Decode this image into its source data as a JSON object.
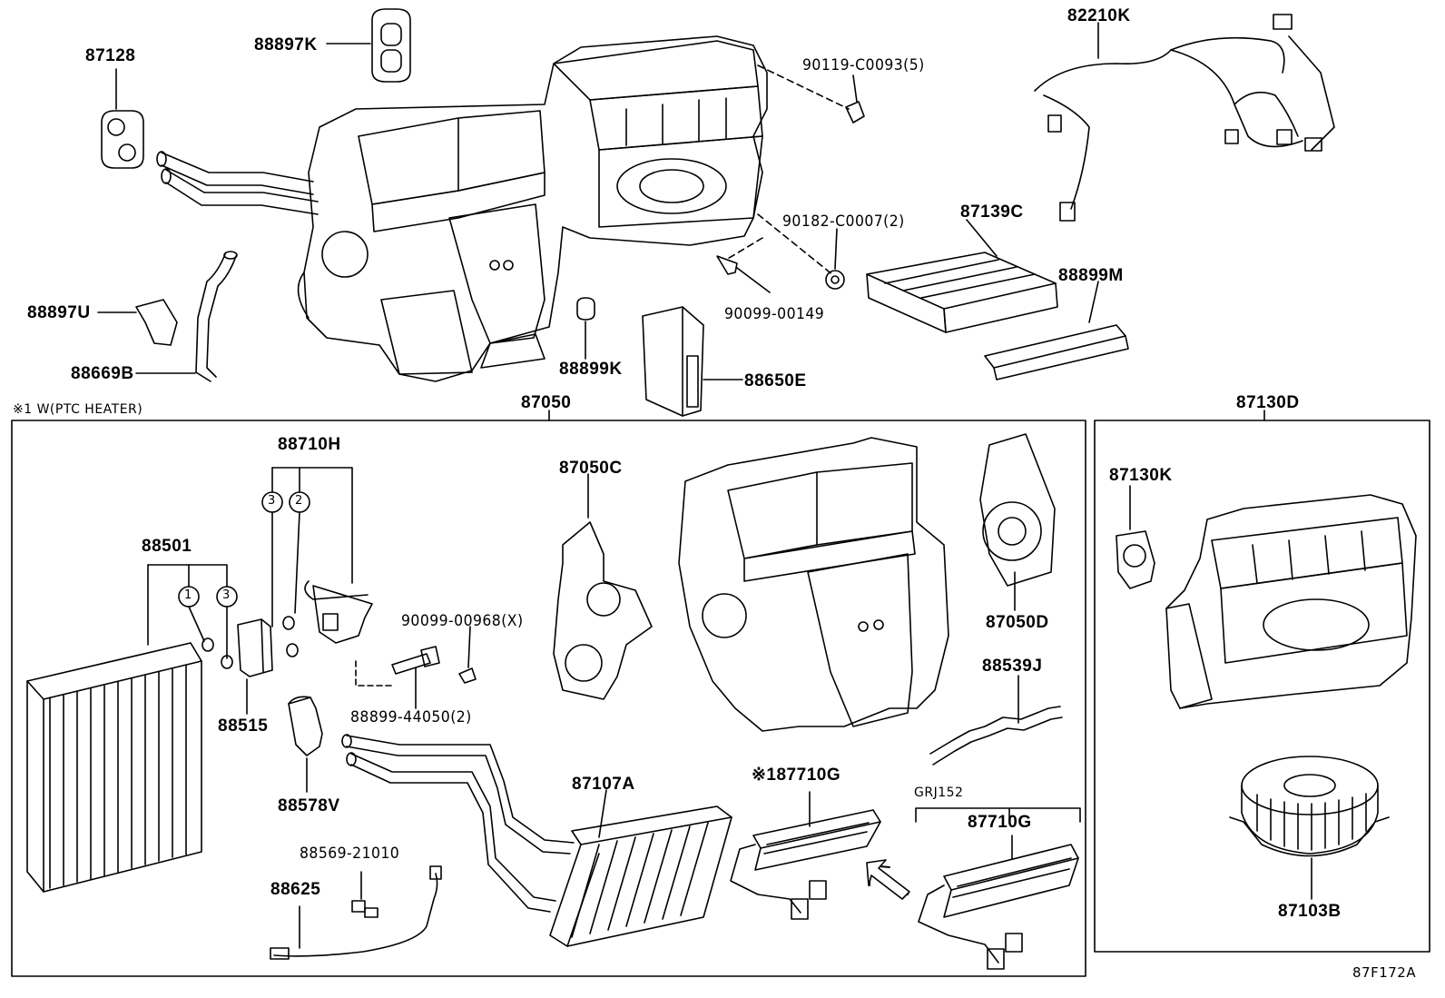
{
  "diagram": {
    "reference_code": "87F172A",
    "note_ptc": "※1 W(PTC HEATER)",
    "group_grj": "GRJ152",
    "callouts": {
      "c1": "1",
      "c2": "2",
      "c3": "3"
    },
    "labels": {
      "p87128": "87128",
      "p88897K": "88897K",
      "p88897U": "88897U",
      "p88669B": "88669B",
      "p90119": "90119-C0093(5)",
      "p82210K": "82210K",
      "p90182": "90182-C0007(2)",
      "p87139C": "87139C",
      "p88899M": "88899M",
      "p90099_00149": "90099-00149",
      "p88899K": "88899K",
      "p88650E": "88650E",
      "p87050": "87050",
      "p87130D": "87130D",
      "p88710H": "88710H",
      "p88501": "88501",
      "p88515": "88515",
      "p90099_00968": "90099-00968(X)",
      "p88899_44050": "88899-44050(2)",
      "p87050C": "87050C",
      "p87050D": "87050D",
      "p88539J": "88539J",
      "p88578V": "88578V",
      "p87107A": "87107A",
      "p87710G_ptc": "※187710G",
      "p87710G": "87710G",
      "p88569": "88569-21010",
      "p88625": "88625",
      "p87130K": "87130K",
      "p87103B": "87103B"
    }
  }
}
